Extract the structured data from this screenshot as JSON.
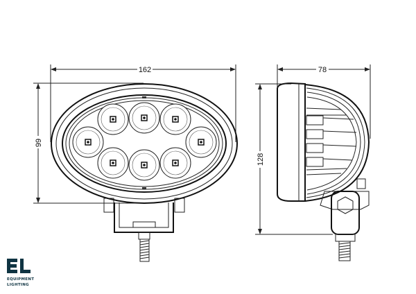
{
  "front_view": {
    "width_label": "162",
    "height_label": "99",
    "led_count": 8
  },
  "side_view": {
    "depth_label": "78",
    "height_label": "128"
  },
  "logo": {
    "mark": "EL",
    "line1": "EQUIPMENT",
    "line2": "LIGHTING",
    "color": "#0f3442"
  }
}
